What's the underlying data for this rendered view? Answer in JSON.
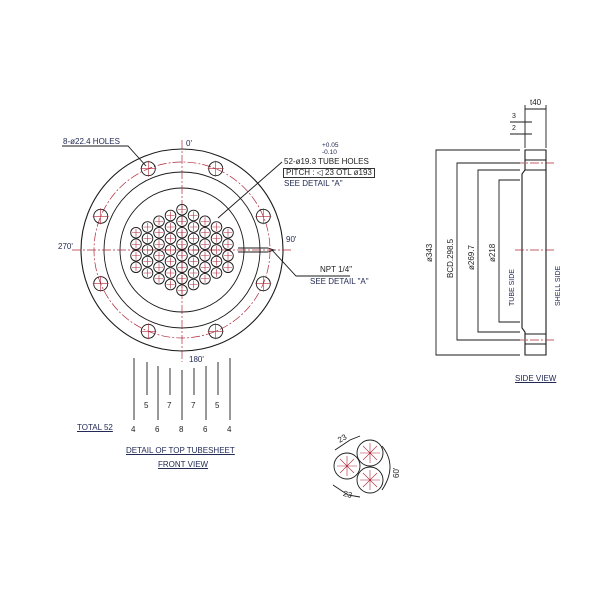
{
  "drawing": {
    "title": "DETAIL OF TOP TUBESHEET",
    "subtitle": "FRONT VIEW",
    "side_view_label": "SIDE VIEW",
    "colors": {
      "line": "#1a1a1a",
      "centerline": "#b0283a",
      "text": "#222a55"
    }
  },
  "front_view": {
    "angle_labels": {
      "top": "0'",
      "right": "90'",
      "bottom": "180'",
      "left": "270'"
    },
    "bolt_holes_note": "8-ø22.4 HOLES",
    "tube_holes": {
      "tolerance_plus": "+0.05",
      "tolerance_minus": "-0.10",
      "note": "52-ø19.3 TUBE HOLES",
      "pitch": "PITCH : ◁ 23 OTL ø193",
      "detail_ref": "SEE DETAIL \"A\""
    },
    "npt_note": {
      "label": "NPT 1/4\"",
      "detail_ref": "SEE DETAIL \"A\""
    },
    "column_counts_row1": [
      "5",
      "7",
      "7",
      "5"
    ],
    "column_counts_row2": [
      "4",
      "6",
      "8",
      "6",
      "4"
    ],
    "total_label": "TOTAL 52"
  },
  "side_view": {
    "thickness": "t40",
    "dim_3": "3",
    "dim_2": "2",
    "dia_outer": "ø343",
    "bcd": "BCD.298.5",
    "dia_269": "ø269.7",
    "dia_218": "ø218",
    "tube_side": "TUBE SIDE",
    "shell_side": "SHELL SIDE"
  },
  "detail_a": {
    "pitch_top": "23",
    "pitch_bottom": "23",
    "angle": "60'"
  }
}
